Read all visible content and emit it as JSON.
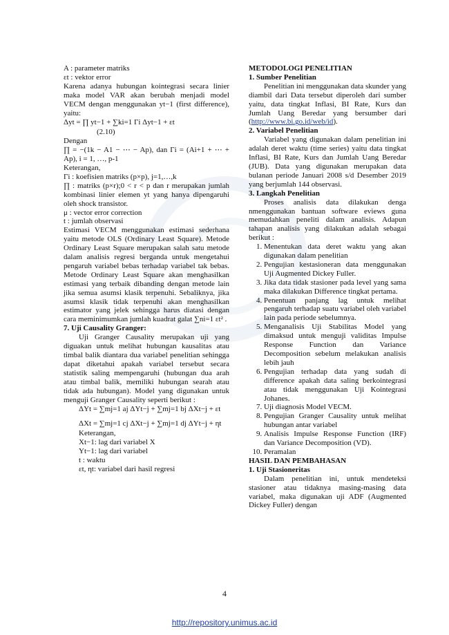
{
  "left": {
    "p1": "A : parameter matriks",
    "p2": "εt : vektor error",
    "p3": "Karena adanya hubungan kointegrasi secara linier maka model VAR akan berubah menjadi model VECM dengan menggunakan yt−1 (first difference), yaitu:",
    "eq1": "Δyt = ∏ yt−1 + ∑ki=1 Γi Δyt−1 + εt",
    "eq1_no": "(2.10)",
    "p4": "Dengan",
    "p5": "∏ = −(1k − A1 − ⋯ − Ap), dan      Γi = (Ai+1 + ⋯ + Ap), i = 1, …, p-1",
    "p6": "Keterangan,",
    "p7": "Γi       : koefisien matriks (p×p), j=1,…,k",
    "p8": "∏       : matriks (p×r);0 < r < p dan r merupakan jumlah kombinasi linier elemen yt yang hanya dipengaruhi oleh shock transistor.",
    "p9": "μ       : vector error correction",
    "p10": "t        : jumlah observasi",
    "p11": "Estimasi VECM menggunakan estimasi sederhana yaitu metode OLS (Ordinary Least Square). Metode Ordinary Least Square merupakan salah satu metode dalam analisis regresi berganda untuk mengetahui pengaruh variabel bebas terhadap variabel tak bebas. Metode Ordinary Least Square akan menghasilkan estimasi yang terbaik dibanding dengan metode lain jika semua asumsi klasik terpenuhi. Sebaliknya, jika asumsi klasik tidak terpenuhi akan menghasilkan estimator yang jelek sehingga harus diatasi dengan cara meminimumkan jumlah kuadrat galat ∑ni=1 εt² .",
    "h7": "7.   Uji Causality Granger:",
    "p12": "Uji Granger Causality merupakan uji yang diguakan untuk melihat hubungan kausalitas atau timbal balik diantara dua variabel penelitian sehingga dapat diketahui apakah variabel tersebut secara statistik saling mempengaruhi (hubungan dua arah atau timbal balik, memiliki hubungan searah atau tidak ada hubungan). Model yang digunakan untuk menguji Granger Causality seperti berikut :",
    "eq2": "ΔYt = ∑mj=1 aj ΔYt−j + ∑mj=1 bj ΔXt−j + εt",
    "eq3": "ΔXt = ∑mj=1 cj ΔXt−j + ∑mj=1 dj ΔYt−j + ηt",
    "p13": "Keterangan,",
    "p14": "Xt−1: lag dari variabel X",
    "p15": "Yt−1: lag dari variabel",
    "p16": "t  : waktu",
    "p17": "εt, ηt: variabel dari hasil regresi"
  },
  "right": {
    "h_metode": "METODOLOGI PENELITIAN",
    "h1": "1.   Sumber Penelitian",
    "p1": "Penelitian ini menggunakan data skunder yang diambil dari Data tersebut diperoleh dari sumber yaitu, data tingkat Inflasi, BI Rate, Kurs dan Jumlah Uang Beredar yang bersumber dari (",
    "p1_link": "http://www.bi.go.id/web/id",
    "p1_end": ").",
    "h2": "2.   Variabel Penelitian",
    "p2": "Variabel yang digunakan dalam penelitian ini adalah deret waktu (time series) yaitu data tingkat Inflasi, BI Rate, Kurs dan Jumlah Uang Beredar (JUB). Data yang digunakan merupakan data bulanan periode Januari 2008 s/d Desember 2019 yang berjumlah 144 observasi.",
    "h3": "3.   Langkah Penelitian",
    "p3": "Proses analisis data dilakukan denga nmenggunakan bantuan software eviews guna memudahkan peneliti dalam analisis. Adapun tahapan analisis yang dilakukan adalah sebagai berikut :",
    "steps": [
      "Menentukan data deret waktu yang akan digunakan dalam penelitian",
      "Pengujian kestasioneran data menggunakan Uji Augmented Dickey Fuller.",
      "Jika data tidak stasioner pada level yang sama maka dilakukan Difference tingkat pertama.",
      "Penentuan panjang lag untuk melihat pengaruh terhadap suatu variabel oleh variabel lain pada periode sebelumnya.",
      "Menganalisis Uji Stabilitas Model yang dimaksud untuk menguji validitas Impulse Response Function dan Variance Decomposition sebelum melakukan analisis lebih jauh",
      "Pengujian terhadap data yang sudah di difference apakah data saling berkointegrasi atau tidak menggunakan Uji Kointegrasi Johanes.",
      "Uji diagnosis Model VECM.",
      "Pengujian Granger Causality untuk melihat hubungan antar variabel",
      "Analisis Impulse Response Function (IRF) dan Variance Decomposition (VD).",
      "Peramalan"
    ],
    "h_hasil": "HASIL DAN PEMBAHASAN",
    "h4": "1.   Uji Stasioneritas",
    "p4": "Dalam penelitian ini, untuk mendeteksi stasioner atau tidaknya masing-masing data variabel, maka digunakan uji ADF (Augmented Dickey Fuller) dengan"
  },
  "page_number": "4",
  "footer_url": "http://repository.unimus.ac.id"
}
